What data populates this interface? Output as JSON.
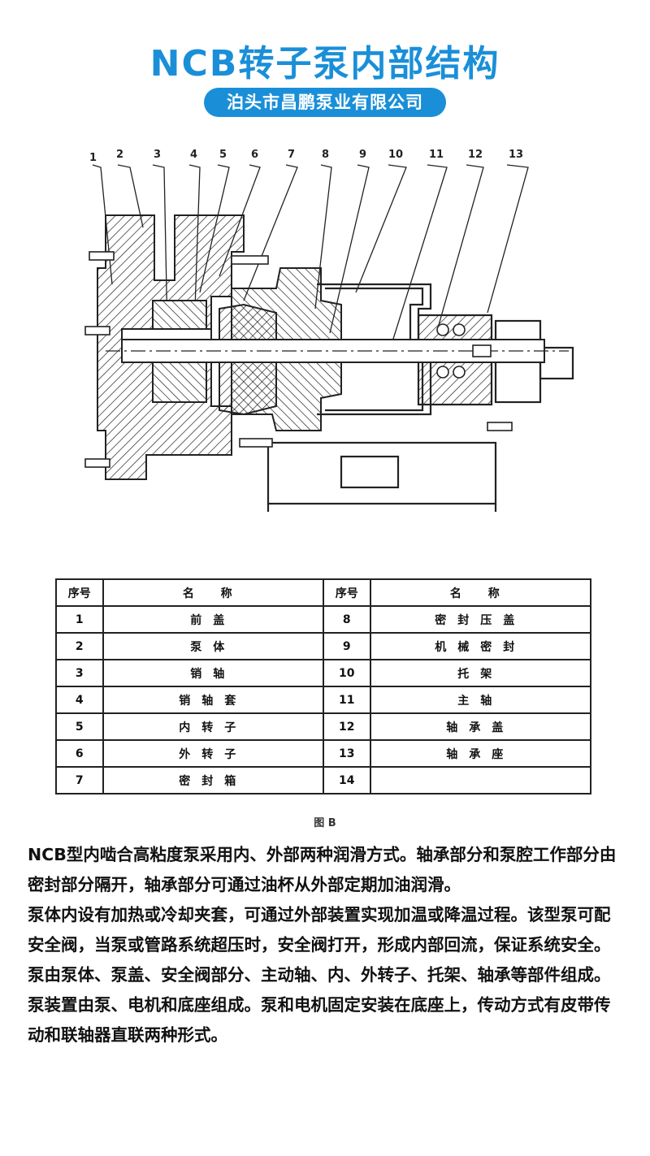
{
  "header": {
    "title": "NCB转子泵内部结构",
    "subtitle": "泊头市昌鹏泵业有限公司"
  },
  "drawing": {
    "callouts": [
      "1",
      "2",
      "3",
      "4",
      "5",
      "6",
      "7",
      "8",
      "9",
      "10",
      "11",
      "12",
      "13"
    ]
  },
  "table": {
    "headers": [
      "序号",
      "名  称",
      "序号",
      "名  称"
    ],
    "rows": [
      [
        "1",
        "前盖",
        "8",
        "密封压盖"
      ],
      [
        "2",
        "泵体",
        "9",
        "机械密封"
      ],
      [
        "3",
        "销轴",
        "10",
        "托架"
      ],
      [
        "4",
        "销轴套",
        "11",
        "主轴"
      ],
      [
        "5",
        "内转子",
        "12",
        "轴承盖"
      ],
      [
        "6",
        "外转子",
        "13",
        "轴承座"
      ],
      [
        "7",
        "密封箱",
        "14",
        ""
      ]
    ]
  },
  "figure_caption": "图 B",
  "description": [
    "NCB型内啮合高粘度泵采用内、外部两种润滑方式。轴承部分和泵腔工作部分由密封部分隔开，轴承部分可通过油杯从外部定期加油润滑。",
    "泵体内设有加热或冷却夹套，可通过外部装置实现加温或降温过程。该型泵可配安全阀，当泵或管路系统超压时，安全阀打开，形成内部回流，保证系统安全。",
    "泵由泵体、泵盖、安全阀部分、主动轴、内、外转子、托架、轴承等部件组成。泵装置由泵、电机和底座组成。泵和电机固定安装在底座上，传动方式有皮带传动和联轴器直联两种形式。"
  ]
}
